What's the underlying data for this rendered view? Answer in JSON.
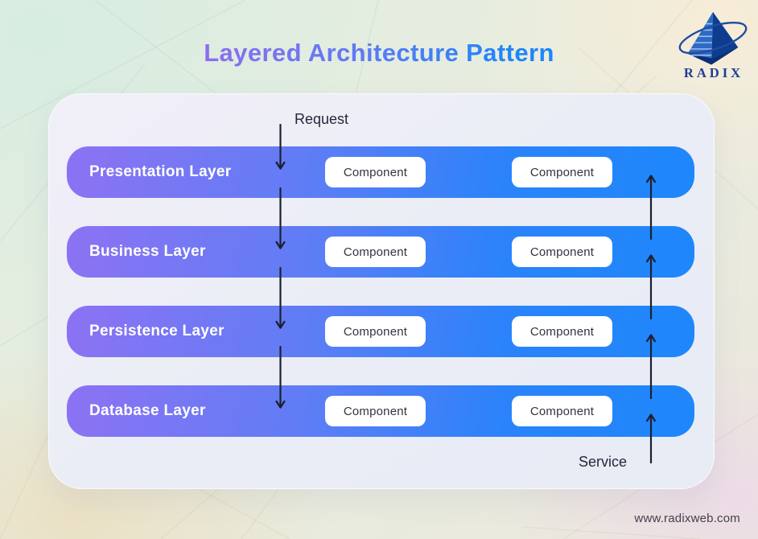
{
  "header": {
    "title": "Layered Architecture Pattern"
  },
  "brand": {
    "name": "RADIX",
    "website": "www.radixweb.com"
  },
  "diagram": {
    "request_label": "Request",
    "service_label": "Service",
    "layers": [
      {
        "name": "Presentation Layer",
        "components": [
          "Component",
          "Component"
        ]
      },
      {
        "name": "Business Layer",
        "components": [
          "Component",
          "Component"
        ]
      },
      {
        "name": "Persistence Layer",
        "components": [
          "Component",
          "Component"
        ]
      },
      {
        "name": "Database Layer",
        "components": [
          "Component",
          "Component"
        ]
      }
    ]
  },
  "colors": {
    "title_gradient_start": "#8f6cf0",
    "title_gradient_end": "#1c86f9",
    "layer_gradient_start": "#8d72f3",
    "layer_gradient_end": "#1e87fb",
    "component_bg": "#ffffff",
    "arrow": "#1c2130",
    "logo_blue": "#1d4d9e",
    "card_bg": "#ecEEf6"
  }
}
